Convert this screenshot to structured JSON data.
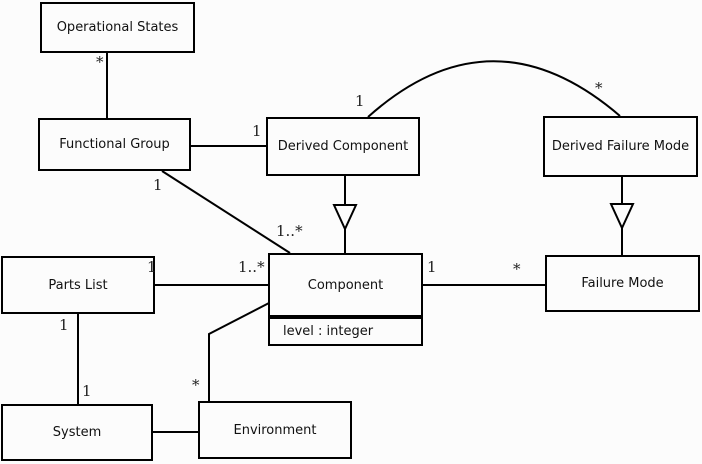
{
  "diagram": {
    "kind": "uml-class-diagram",
    "colors": {
      "background": "#fcfcfc",
      "node_fill": "#fcfcfc",
      "line": "#000000",
      "text": "#111111"
    },
    "classes": [
      {
        "label": "Operational States"
      },
      {
        "label": "Functional Group"
      },
      {
        "label": "Derived Component"
      },
      {
        "label": "Derived Failure Mode"
      },
      {
        "label": "Component",
        "attribute": "level : integer"
      },
      {
        "label": "Failure Mode"
      },
      {
        "label": "Parts List"
      },
      {
        "label": "System"
      },
      {
        "label": "Environment"
      }
    ],
    "labels": {
      "os_fg_star": "*",
      "fg_dc_one": "1",
      "fg_comp_one": "1",
      "fg_comp_many": "1..*",
      "dc_dfm_one": "1",
      "dc_dfm_star": "*",
      "pl_comp_one": "1",
      "pl_comp_many": "1..*",
      "pl_sys_top": "1",
      "pl_sys_bottom": "1",
      "comp_fm_one": "1",
      "comp_fm_star": "*",
      "comp_env_star": "*"
    },
    "relationships": [
      {
        "a": "Operational States",
        "b": "Functional Group",
        "type": "association",
        "a_mult": "*"
      },
      {
        "a": "Derived Component",
        "b": "Functional Group",
        "type": "association",
        "a_mult": "1"
      },
      {
        "a": "Functional Group",
        "b": "Component",
        "type": "association",
        "a_mult": "1",
        "b_mult": "1..*"
      },
      {
        "a": "Derived Component",
        "b": "Derived Failure Mode",
        "type": "association",
        "a_mult": "1",
        "b_mult": "*"
      },
      {
        "a": "Derived Component",
        "b": "Component",
        "type": "generalization"
      },
      {
        "a": "Derived Failure Mode",
        "b": "Failure Mode",
        "type": "generalization"
      },
      {
        "a": "Component",
        "b": "Failure Mode",
        "type": "association",
        "a_mult": "1",
        "b_mult": "*"
      },
      {
        "a": "Parts List",
        "b": "Component",
        "type": "association",
        "a_mult": "1",
        "b_mult": "1..*"
      },
      {
        "a": "Parts List",
        "b": "System",
        "type": "association",
        "a_mult": "1",
        "b_mult": "1"
      },
      {
        "a": "Component",
        "b": "Environment",
        "type": "association",
        "b_mult": "*"
      },
      {
        "a": "System",
        "b": "Environment",
        "type": "association"
      }
    ]
  }
}
